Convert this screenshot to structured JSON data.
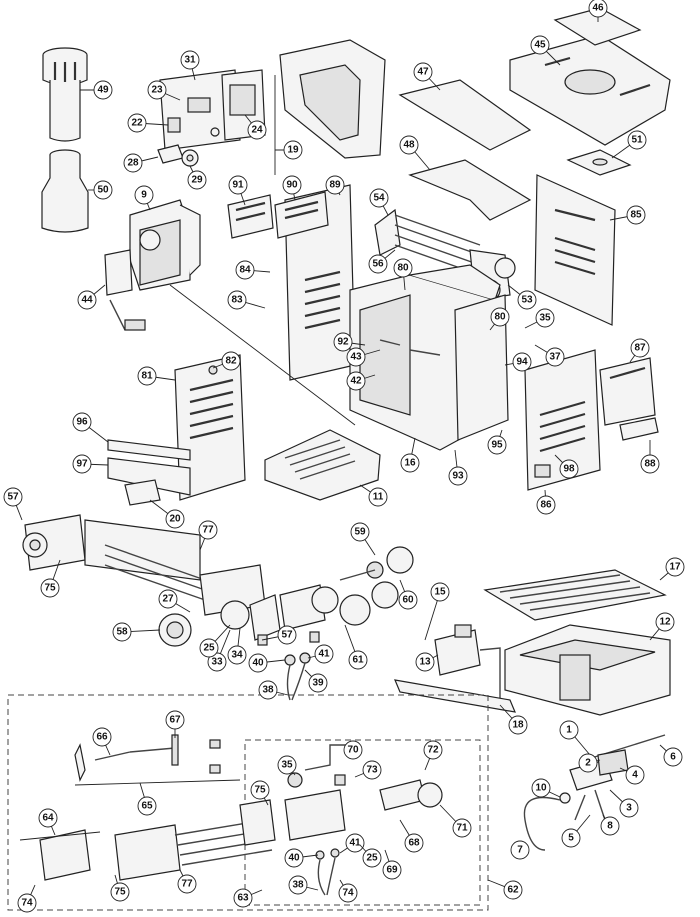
{
  "callouts": [
    "46",
    "45",
    "49",
    "31",
    "23",
    "24",
    "22",
    "19",
    "28",
    "29",
    "47",
    "48",
    "9",
    "91",
    "90",
    "89",
    "54",
    "51",
    "85",
    "50",
    "84",
    "56",
    "80",
    "53",
    "83",
    "44",
    "35",
    "80",
    "92",
    "43",
    "37",
    "42",
    "94",
    "87",
    "82",
    "81",
    "96",
    "16",
    "93",
    "95",
    "98",
    "97",
    "20",
    "11",
    "86",
    "88",
    "57",
    "77",
    "59",
    "75",
    "17",
    "60",
    "15",
    "27",
    "58",
    "33",
    "25",
    "34",
    "57",
    "61",
    "12",
    "13",
    "40",
    "41",
    "39",
    "38",
    "18",
    "67",
    "72",
    "66",
    "70",
    "35",
    "73",
    "1",
    "2",
    "6",
    "4",
    "75",
    "10",
    "3",
    "65",
    "68",
    "71",
    "5",
    "8",
    "64",
    "7",
    "40",
    "41",
    "25",
    "69",
    "62",
    "38",
    "74",
    "77",
    "75",
    "63",
    "74"
  ]
}
